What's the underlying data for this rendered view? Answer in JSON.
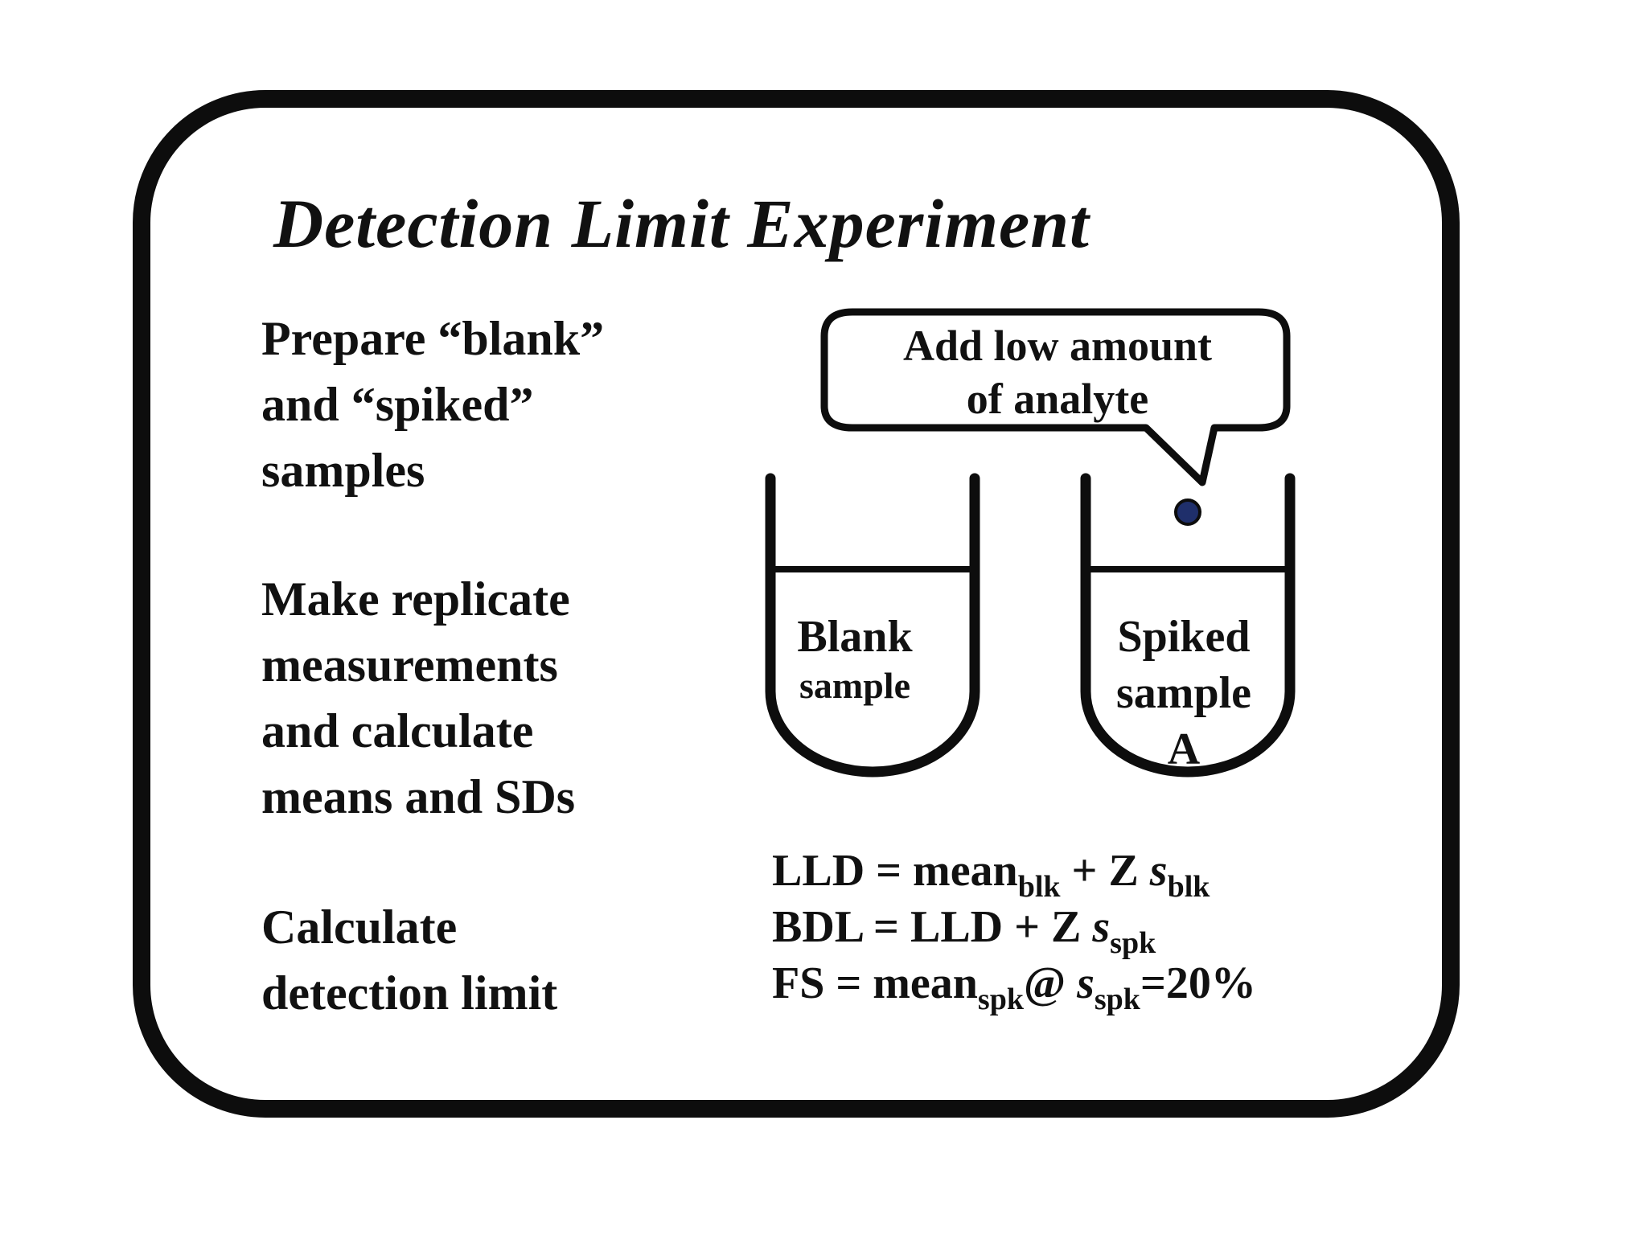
{
  "title": "Detection Limit Experiment",
  "steps": [
    {
      "lines": [
        "Prepare “blank”",
        "and “spiked”",
        "samples"
      ]
    },
    {
      "lines": [
        "Make replicate",
        "measurements",
        "and calculate",
        "means and SDs"
      ]
    },
    {
      "lines": [
        "Calculate",
        "detection limit"
      ]
    }
  ],
  "callout": {
    "lines": [
      "Add low amount",
      "of analyte"
    ]
  },
  "tubes": {
    "blank": {
      "lines": [
        "Blank",
        "sample"
      ]
    },
    "spiked": {
      "lines": [
        "Spiked",
        "sample",
        "A"
      ]
    }
  },
  "formulas": {
    "lld": {
      "lhs": "LLD = mean",
      "sub1": "blk",
      "mid": " + Z ",
      "s": "s",
      "sub2": "blk"
    },
    "bdl": {
      "lhs": "BDL = LLD  + Z ",
      "s": "s",
      "sub1": "spk"
    },
    "fs": {
      "lhs": "FS = mean",
      "sub1": "spk",
      "mid": "@ ",
      "s": "s",
      "sub2": "spk",
      "tail": "=20%"
    }
  },
  "colors": {
    "ink": "#0d0d0d",
    "analyte_drop": "#1f2f6b"
  }
}
